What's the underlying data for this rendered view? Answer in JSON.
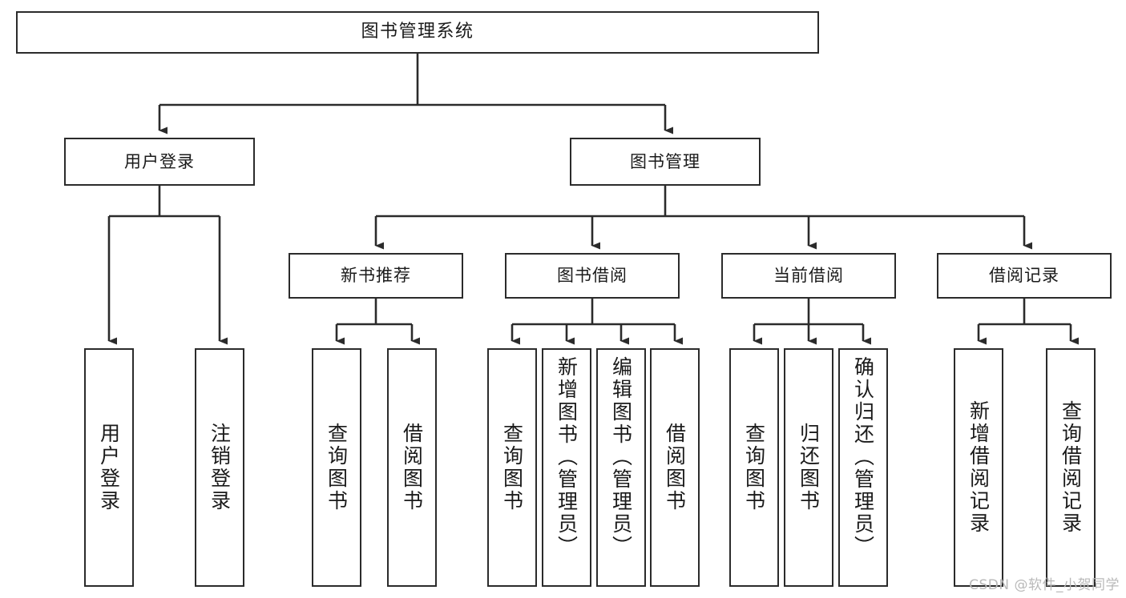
{
  "diagram": {
    "title": "图书管理系统",
    "type": "tree-hierarchy",
    "stroke_color": "#2b2b2b",
    "fill_color": "#ffffff",
    "text_color": "#1a1a1a",
    "watermark": "CSDN @软件_小贺同学"
  },
  "nodes": {
    "root": {
      "label": "图书管理系统"
    },
    "level1": [
      {
        "id": "user-login",
        "label": "用户登录"
      },
      {
        "id": "book-manage",
        "label": "图书管理"
      }
    ],
    "level2": [
      {
        "id": "new-book-recommend",
        "label": "新书推荐"
      },
      {
        "id": "book-borrow",
        "label": "图书借阅"
      },
      {
        "id": "current-borrow",
        "label": "当前借阅"
      },
      {
        "id": "borrow-record",
        "label": "借阅记录"
      }
    ],
    "leaves": {
      "user_login": [
        {
          "id": "leaf-user-login",
          "label": "用户登录"
        },
        {
          "id": "leaf-logout-login",
          "label": "注销登录"
        }
      ],
      "new_book_recommend": [
        {
          "id": "leaf-query-book-1",
          "label": "查询图书"
        },
        {
          "id": "leaf-borrow-book-1",
          "label": "借阅图书"
        }
      ],
      "book_borrow": [
        {
          "id": "leaf-query-book-2",
          "label": "查询图书"
        },
        {
          "id": "leaf-add-book",
          "label": "新增图书（管理员）"
        },
        {
          "id": "leaf-edit-book",
          "label": "编辑图书（管理员）"
        },
        {
          "id": "leaf-borrow-book-2",
          "label": "借阅图书"
        }
      ],
      "current_borrow": [
        {
          "id": "leaf-query-book-3",
          "label": "查询图书"
        },
        {
          "id": "leaf-return-book",
          "label": "归还图书"
        },
        {
          "id": "leaf-confirm-return",
          "label": "确认归还（管理员）"
        }
      ],
      "borrow_record": [
        {
          "id": "leaf-add-record",
          "label": "新增借阅记录"
        },
        {
          "id": "leaf-query-record",
          "label": "查询借阅记录"
        }
      ]
    }
  }
}
